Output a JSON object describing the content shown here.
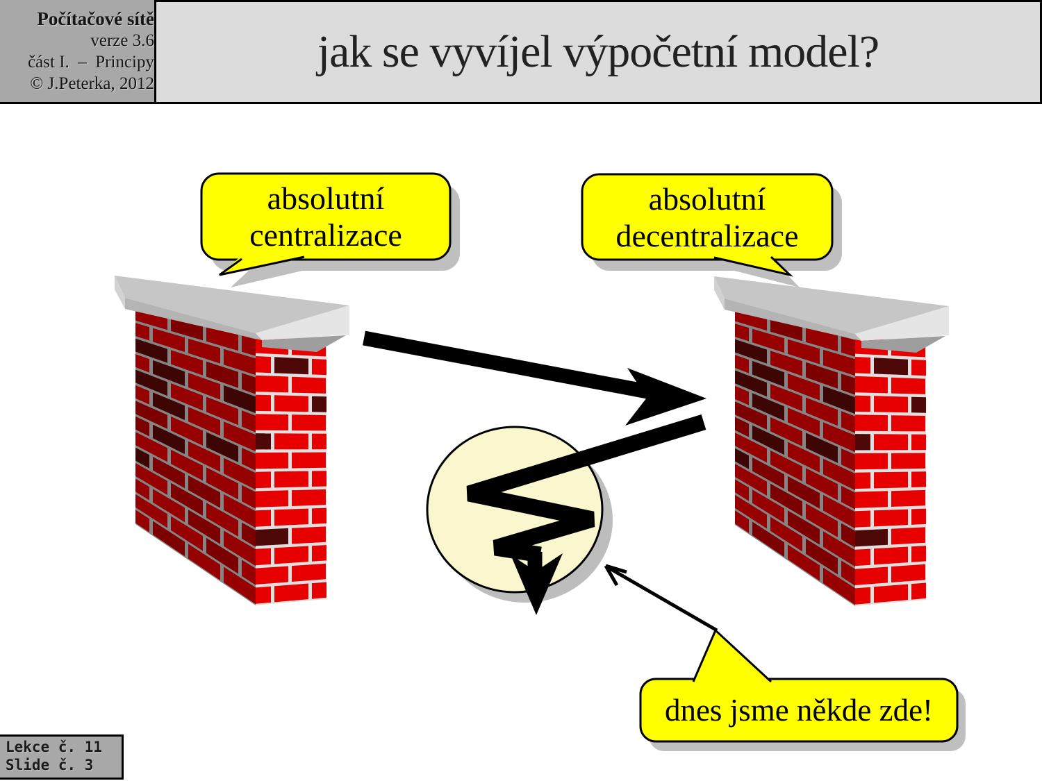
{
  "slide": {
    "header": {
      "course": "Počítačové sítě",
      "version": "verze 3.6",
      "part": "část I.  –  Principy",
      "copyright": "© J.Peterka, 2012"
    },
    "title": "jak se vyvíjel výpočetní model?",
    "callouts": {
      "left": {
        "line1": "absolutní",
        "line2": "centralizace"
      },
      "right": {
        "line1": "absolutní",
        "line2": "decentralizace"
      },
      "bottom": {
        "text": "dnes jsme někde zde!"
      }
    },
    "footer": {
      "lesson": "Lekce č. 11",
      "slide_no": "Slide č. 3"
    }
  },
  "colors": {
    "header_gray": "#a8a8a8",
    "title_bg": "#dcdcdc",
    "bubble_yellow": "#ffff00",
    "bubble_shadow": "#bfbfbf",
    "circle_fill": "#faf6cd",
    "circle_shadow": "#bdbdbd",
    "arrow_black": "#000000",
    "brick_front_red": "#e60000",
    "brick_front_dark": "#4f0808",
    "brick_side_red": "#960000",
    "brick_side_mid": "#7c0000",
    "brick_side_dark": "#3e0505",
    "mortar_front": "#e0e0e0",
    "mortar_side": "#858585",
    "cap_top": "#c6c6c6",
    "cap_band": "#b4b4b4",
    "cap_end": "#e5e5e5",
    "cap_left": "#d2d2d2",
    "cap_wedge": "#9e9e9e"
  }
}
